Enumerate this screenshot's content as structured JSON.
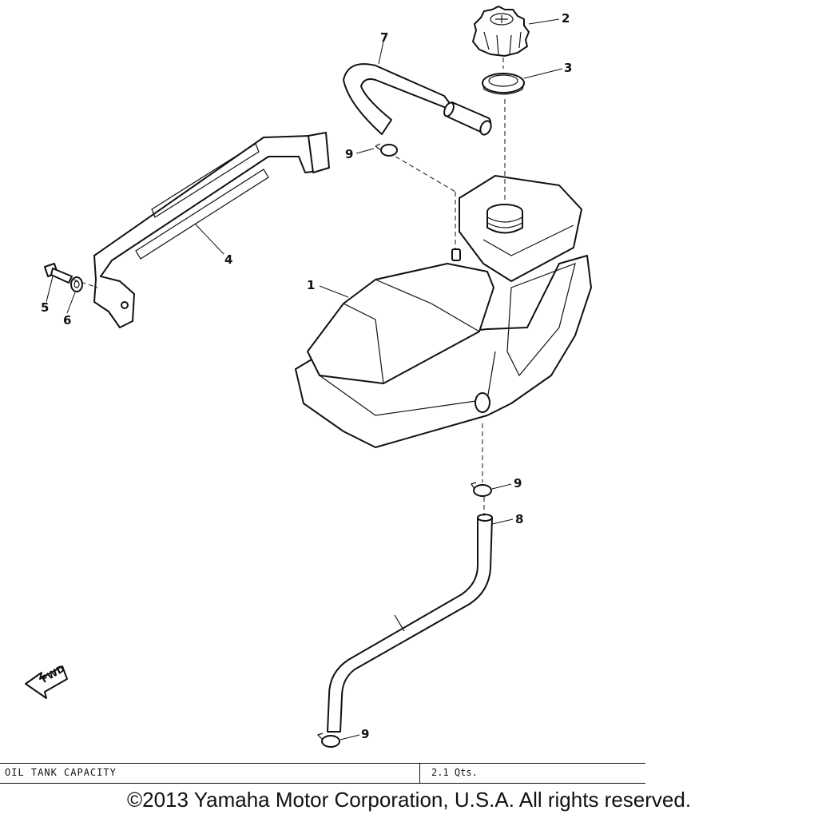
{
  "diagram": {
    "callouts": {
      "c1": "1",
      "c2": "2",
      "c3": "3",
      "c4": "4",
      "c5": "5",
      "c6": "6",
      "c7": "7",
      "c8": "8",
      "c9a": "9",
      "c9b": "9",
      "c9c": "9"
    },
    "fwd_label": "FWD"
  },
  "capacity_table": {
    "label": "OIL TANK CAPACITY",
    "value": "2.1 Qts."
  },
  "footer": {
    "copyright": "©2013 Yamaha Motor Corporation, U.S.A. All rights reserved."
  }
}
